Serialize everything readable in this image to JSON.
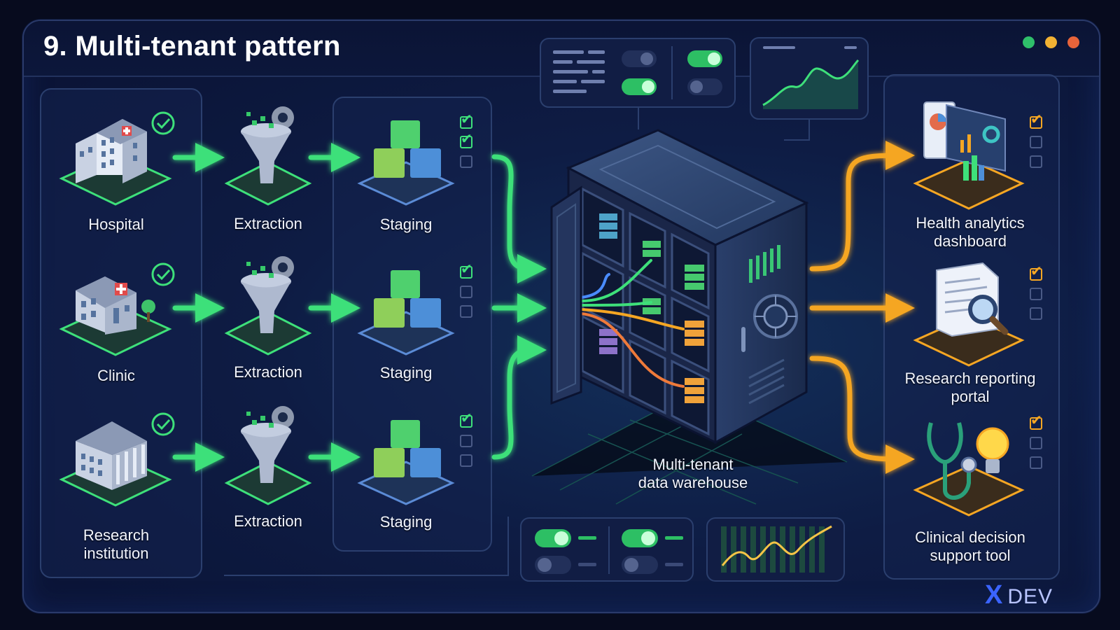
{
  "header": {
    "title": "9. Multi-tenant pattern"
  },
  "window_dots": [
    "#2fbf6a",
    "#f2b233",
    "#e8643a"
  ],
  "sources": [
    {
      "label": "Hospital",
      "icon": "hospital-icon",
      "checked": true
    },
    {
      "label": "Clinic",
      "icon": "clinic-icon",
      "checked": true
    },
    {
      "label": "Research\ninstitution",
      "icon": "research-institution-icon",
      "checked": true
    }
  ],
  "extraction": {
    "label": "Extraction",
    "icon": "funnel-gear-icon"
  },
  "staging": {
    "label": "Staging",
    "icon": "cubes-icon",
    "checklists": [
      [
        true,
        true,
        false
      ],
      [
        true,
        false,
        false
      ],
      [
        true,
        false,
        false
      ]
    ]
  },
  "warehouse": {
    "label": "Multi-tenant\ndata warehouse",
    "icon": "vault-icon"
  },
  "outputs": [
    {
      "label": "Health analytics\ndashboard",
      "icon": "analytics-dashboard-icon",
      "checklist": [
        true,
        false,
        false
      ]
    },
    {
      "label": "Research reporting\nportal",
      "icon": "report-magnifier-icon",
      "checklist": [
        true,
        false,
        false
      ]
    },
    {
      "label": "Clinical decision\nsupport tool",
      "icon": "stethoscope-bulb-icon",
      "checklist": [
        true,
        false,
        false
      ]
    }
  ],
  "watermark": {
    "mark": "X",
    "text": "DEV"
  },
  "colors": {
    "ingest": "#3ee07a",
    "output": "#f5a623",
    "accent_blue": "#4a8cff"
  }
}
